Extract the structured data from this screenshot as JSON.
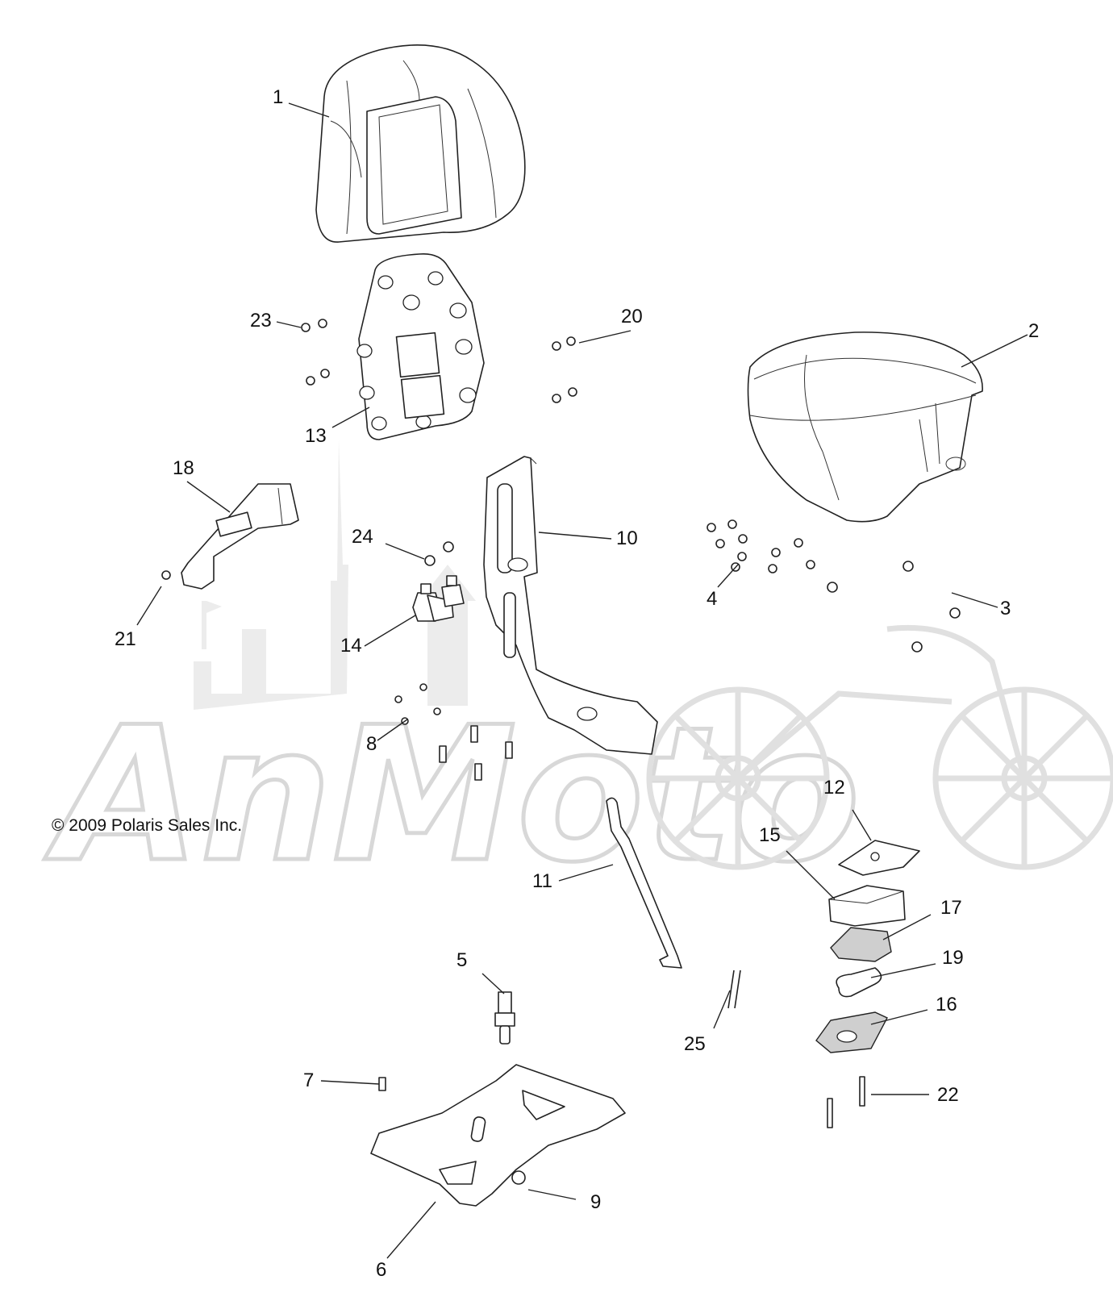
{
  "watermark": {
    "text": "AnMoto"
  },
  "copyright": "© 2009 Polaris Sales Inc.",
  "callouts": [
    "1",
    "2",
    "3",
    "4",
    "5",
    "6",
    "7",
    "8",
    "9",
    "10",
    "11",
    "12",
    "13",
    "14",
    "15",
    "16",
    "17",
    "18",
    "19",
    "20",
    "21",
    "22",
    "23",
    "24",
    "25"
  ],
  "colors": {
    "line": "#222222",
    "watermark": "#d8d8d8",
    "background": "#ffffff"
  }
}
